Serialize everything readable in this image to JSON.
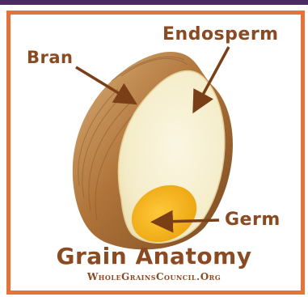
{
  "labels": {
    "bran": "Bran",
    "endosperm": "Endosperm",
    "germ": "Germ"
  },
  "title": "Grain Anatomy",
  "subtitle": "WholeGrainsCouncil.Org",
  "colors": {
    "frame_border": "#e2743a",
    "top_strip": "#4a2b63",
    "text": "#8a4a22",
    "endosperm": "#f6efcf",
    "germ": "#f6b417",
    "bran": "#b57a3e"
  }
}
